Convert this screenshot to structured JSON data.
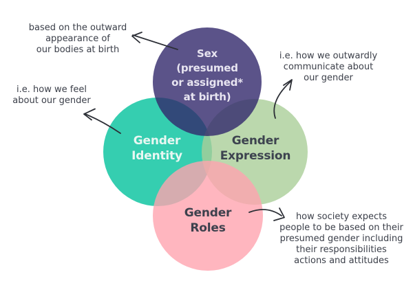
{
  "diagram": {
    "type": "venn",
    "background_color": "#ffffff",
    "circles": [
      {
        "id": "sex",
        "lines": [
          "Sex",
          "(presumed",
          "or assigned*",
          "at birth)"
        ],
        "color": "#5b5389",
        "text_color": "#e8e5f1"
      },
      {
        "id": "gender-identity",
        "lines": [
          "Gender",
          "Identity"
        ],
        "color": "#35ceb0",
        "text_color": "#e9f7f2"
      },
      {
        "id": "gender-expression",
        "lines": [
          "Gender",
          "Expression"
        ],
        "color": "#bbd8ad",
        "text_color": "#3d434f"
      },
      {
        "id": "gender-roles",
        "lines": [
          "Gender",
          "Roles"
        ],
        "color": "#ffb6bf",
        "text_color": "#3d414d"
      }
    ],
    "annotations": [
      {
        "target": "sex",
        "lines": [
          "based on the outward",
          "appearance of",
          "our bodies at birth"
        ]
      },
      {
        "target": "gender-identity",
        "lines": [
          "i.e. how we feel",
          "about our gender"
        ]
      },
      {
        "target": "gender-expression",
        "lines": [
          "i.e. how we outwardly",
          "communicate about",
          "our gender"
        ]
      },
      {
        "target": "gender-roles",
        "lines": [
          "how society expects",
          "people to be based on their",
          "presumed gender including",
          "their responsibilities",
          "actions and attitudes"
        ]
      }
    ],
    "annotation_text_color": "#3a3e48",
    "arrow_color": "#2c2f36"
  }
}
